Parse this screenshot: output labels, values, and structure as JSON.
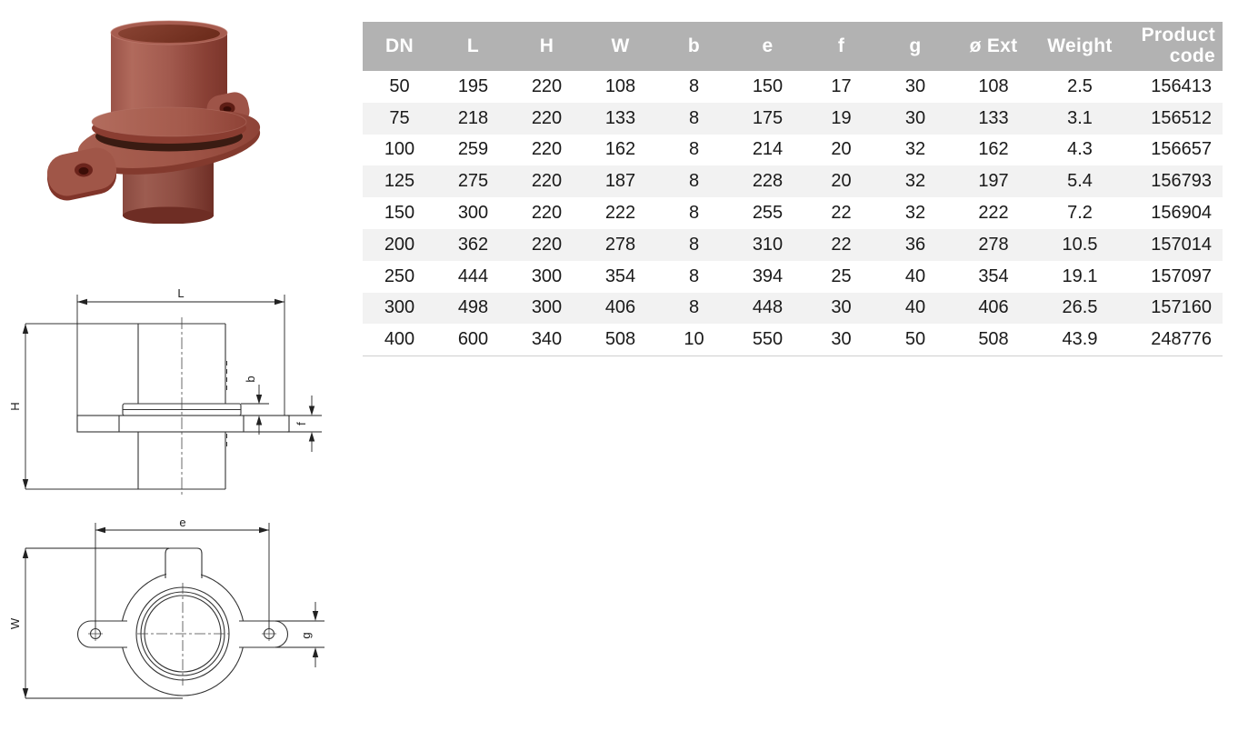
{
  "product_image": {
    "description": "3D render of a red cast-iron puddle flange pipe fitting with two bolt lugs",
    "colors": {
      "body": "#a05a4e",
      "body_light": "#b16a5c",
      "body_dark": "#7c352b",
      "gasket_ring": "#3a1b12",
      "pipe_opening": "#7a3424",
      "bolt_hole": "#5e1d14"
    }
  },
  "drawings": {
    "line_color": "#333333",
    "side_view": {
      "dim_length": "L",
      "dim_height": "H",
      "dim_collar_thickness": "b",
      "dim_flange_thickness": "f"
    },
    "top_view": {
      "dim_hole_spacing": "e",
      "dim_width": "W",
      "dim_lug_width": "g"
    }
  },
  "spec_table": {
    "columns": [
      "DN",
      "L",
      "H",
      "W",
      "b",
      "e",
      "f",
      "g",
      "ø Ext",
      "Weight",
      "Product code"
    ],
    "rows": [
      [
        "50",
        "195",
        "220",
        "108",
        "8",
        "150",
        "17",
        "30",
        "108",
        "2.5",
        "156413"
      ],
      [
        "75",
        "218",
        "220",
        "133",
        "8",
        "175",
        "19",
        "30",
        "133",
        "3.1",
        "156512"
      ],
      [
        "100",
        "259",
        "220",
        "162",
        "8",
        "214",
        "20",
        "32",
        "162",
        "4.3",
        "156657"
      ],
      [
        "125",
        "275",
        "220",
        "187",
        "8",
        "228",
        "20",
        "32",
        "197",
        "5.4",
        "156793"
      ],
      [
        "150",
        "300",
        "220",
        "222",
        "8",
        "255",
        "22",
        "32",
        "222",
        "7.2",
        "156904"
      ],
      [
        "200",
        "362",
        "220",
        "278",
        "8",
        "310",
        "22",
        "36",
        "278",
        "10.5",
        "157014"
      ],
      [
        "250",
        "444",
        "300",
        "354",
        "8",
        "394",
        "25",
        "40",
        "354",
        "19.1",
        "157097"
      ],
      [
        "300",
        "498",
        "300",
        "406",
        "8",
        "448",
        "30",
        "40",
        "406",
        "26.5",
        "157160"
      ],
      [
        "400",
        "600",
        "340",
        "508",
        "10",
        "550",
        "30",
        "50",
        "508",
        "43.9",
        "248776"
      ]
    ],
    "style": {
      "header_bg": "#b2b2b2",
      "header_text": "#ffffff",
      "row_alt_bg": "#f2f2f2",
      "body_text": "#1a1a1a",
      "bottom_rule": "#cfcfcf"
    }
  }
}
